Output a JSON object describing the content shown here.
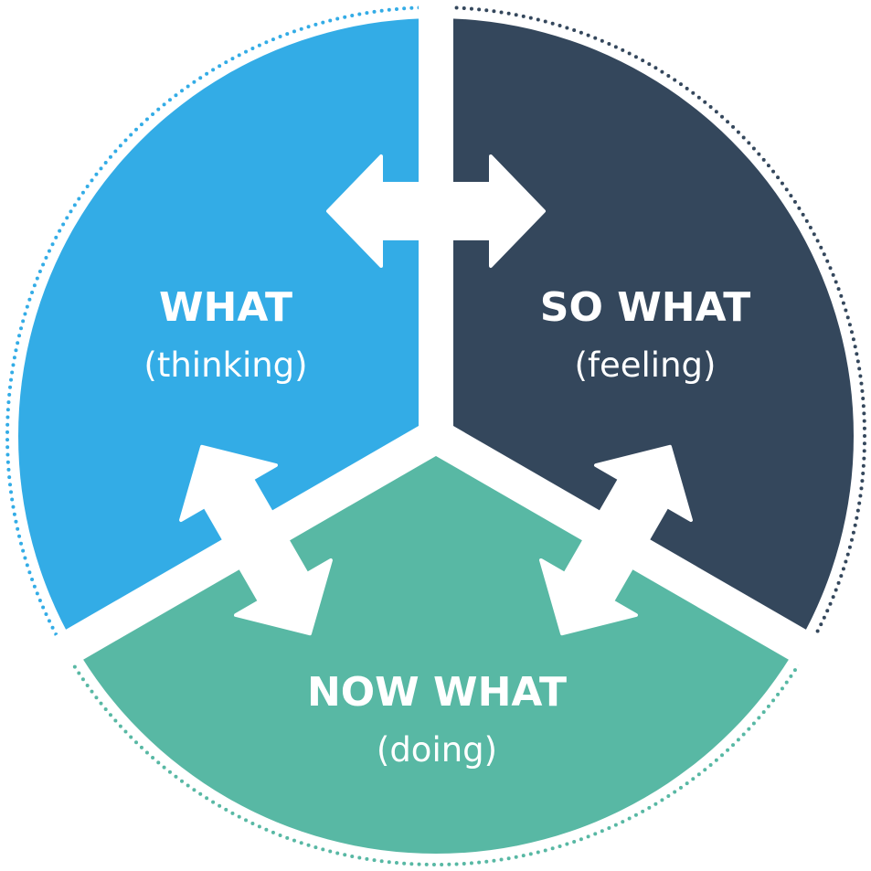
{
  "segments": [
    {
      "id": "what",
      "title": "WHAT",
      "subtitle": "(thinking)",
      "color": "#33ace6"
    },
    {
      "id": "so-what",
      "title": "SO WHAT",
      "subtitle": "(feeling)",
      "color": "#34475c"
    },
    {
      "id": "now-what",
      "title": "NOW WHAT",
      "subtitle": "(doing)",
      "color": "#58b8a4"
    }
  ],
  "arrows": [
    {
      "between": [
        "what",
        "so-what"
      ],
      "type": "double-arrow"
    },
    {
      "between": [
        "what",
        "now-what"
      ],
      "type": "double-arrow"
    },
    {
      "between": [
        "so-what",
        "now-what"
      ],
      "type": "double-arrow"
    }
  ],
  "colors": {
    "separator": "#ffffff",
    "arrow": "#ffffff",
    "text": "#ffffff"
  }
}
